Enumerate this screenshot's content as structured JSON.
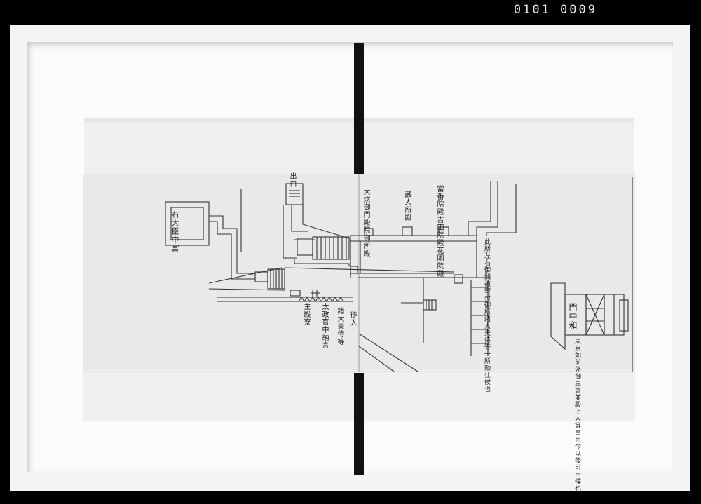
{
  "film": {
    "frame_number": "0101 0009"
  },
  "map": {
    "labels": {
      "top_left_room": "右大臣中宮",
      "upper_stair": "出口",
      "col_1": [
        "大炊御門殿",
        "院御所殿"
      ],
      "col_2": [
        "藏人所殿"
      ],
      "col_3": [
        "當番院殿",
        "吉田院殿",
        "花園院殿"
      ],
      "note_block": [
        "此所左右御間",
        "被寄付御所",
        "諸大夫侍等",
        "一所勤仕候也"
      ],
      "gate_label": [
        "門",
        "中和"
      ],
      "bottom_right_note": [
        "東京如前外",
        "御車寄並",
        "殿上人等事",
        "自今以後",
        "可申候也"
      ],
      "bottom_left_1": [
        "主殿寮"
      ],
      "bottom_left_2": [
        "太政官",
        "中納言"
      ],
      "bottom_left_3": [
        "諸大夫",
        "侍等"
      ],
      "bottom_left_4": [
        "徒人"
      ]
    }
  }
}
